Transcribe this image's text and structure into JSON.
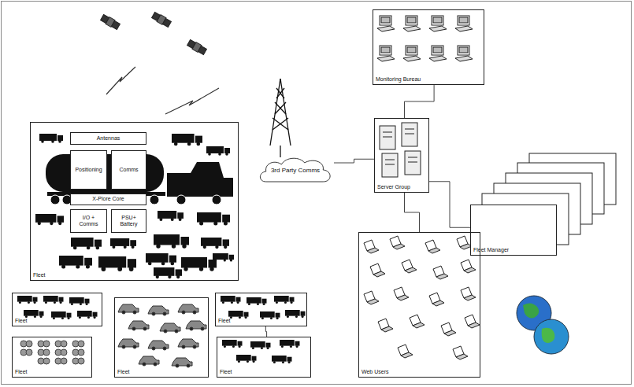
{
  "diagram": {
    "nodes": [
      {
        "text": [
          "Monitoring Bureau"
        ]
      },
      {
        "text": [
          "Fleet"
        ]
      },
      {
        "text": [
          "Antennas"
        ],
        "in": 1
      },
      {
        "text": [
          "Positioning"
        ],
        "in": 1
      },
      {
        "text": [
          "Comms"
        ],
        "in": 1
      },
      {
        "text": [
          "X-Plore Core"
        ],
        "in": 1
      },
      {
        "text": [
          "I/O + Comms"
        ],
        "in": 1
      },
      {
        "text": [
          "PSU+ Battery"
        ],
        "in": 1
      },
      {
        "text": [
          "3rd Party Comms"
        ]
      },
      {
        "text": [
          "Server Group"
        ]
      },
      {
        "text": [
          "Fleet Manager"
        ]
      },
      {
        "text": [
          "Fleet"
        ]
      },
      {
        "text": [
          "Fleet"
        ]
      },
      {
        "text": [
          "Fleet"
        ]
      },
      {
        "text": [
          "Fleet"
        ]
      },
      {
        "text": [
          "Fleet"
        ]
      },
      {
        "text": [
          "Web Users"
        ]
      }
    ],
    "edges": [
      {
        "from": 8,
        "to": 9,
        "arrow": "none"
      },
      {
        "from": 0,
        "to": 9,
        "arrow": "none"
      },
      {
        "from": 9,
        "to": 10,
        "arrow": "none"
      },
      {
        "from": 9,
        "to": 16,
        "arrow": "none"
      },
      {
        "from": 14,
        "to": 15,
        "arrow": "none"
      }
    ]
  }
}
